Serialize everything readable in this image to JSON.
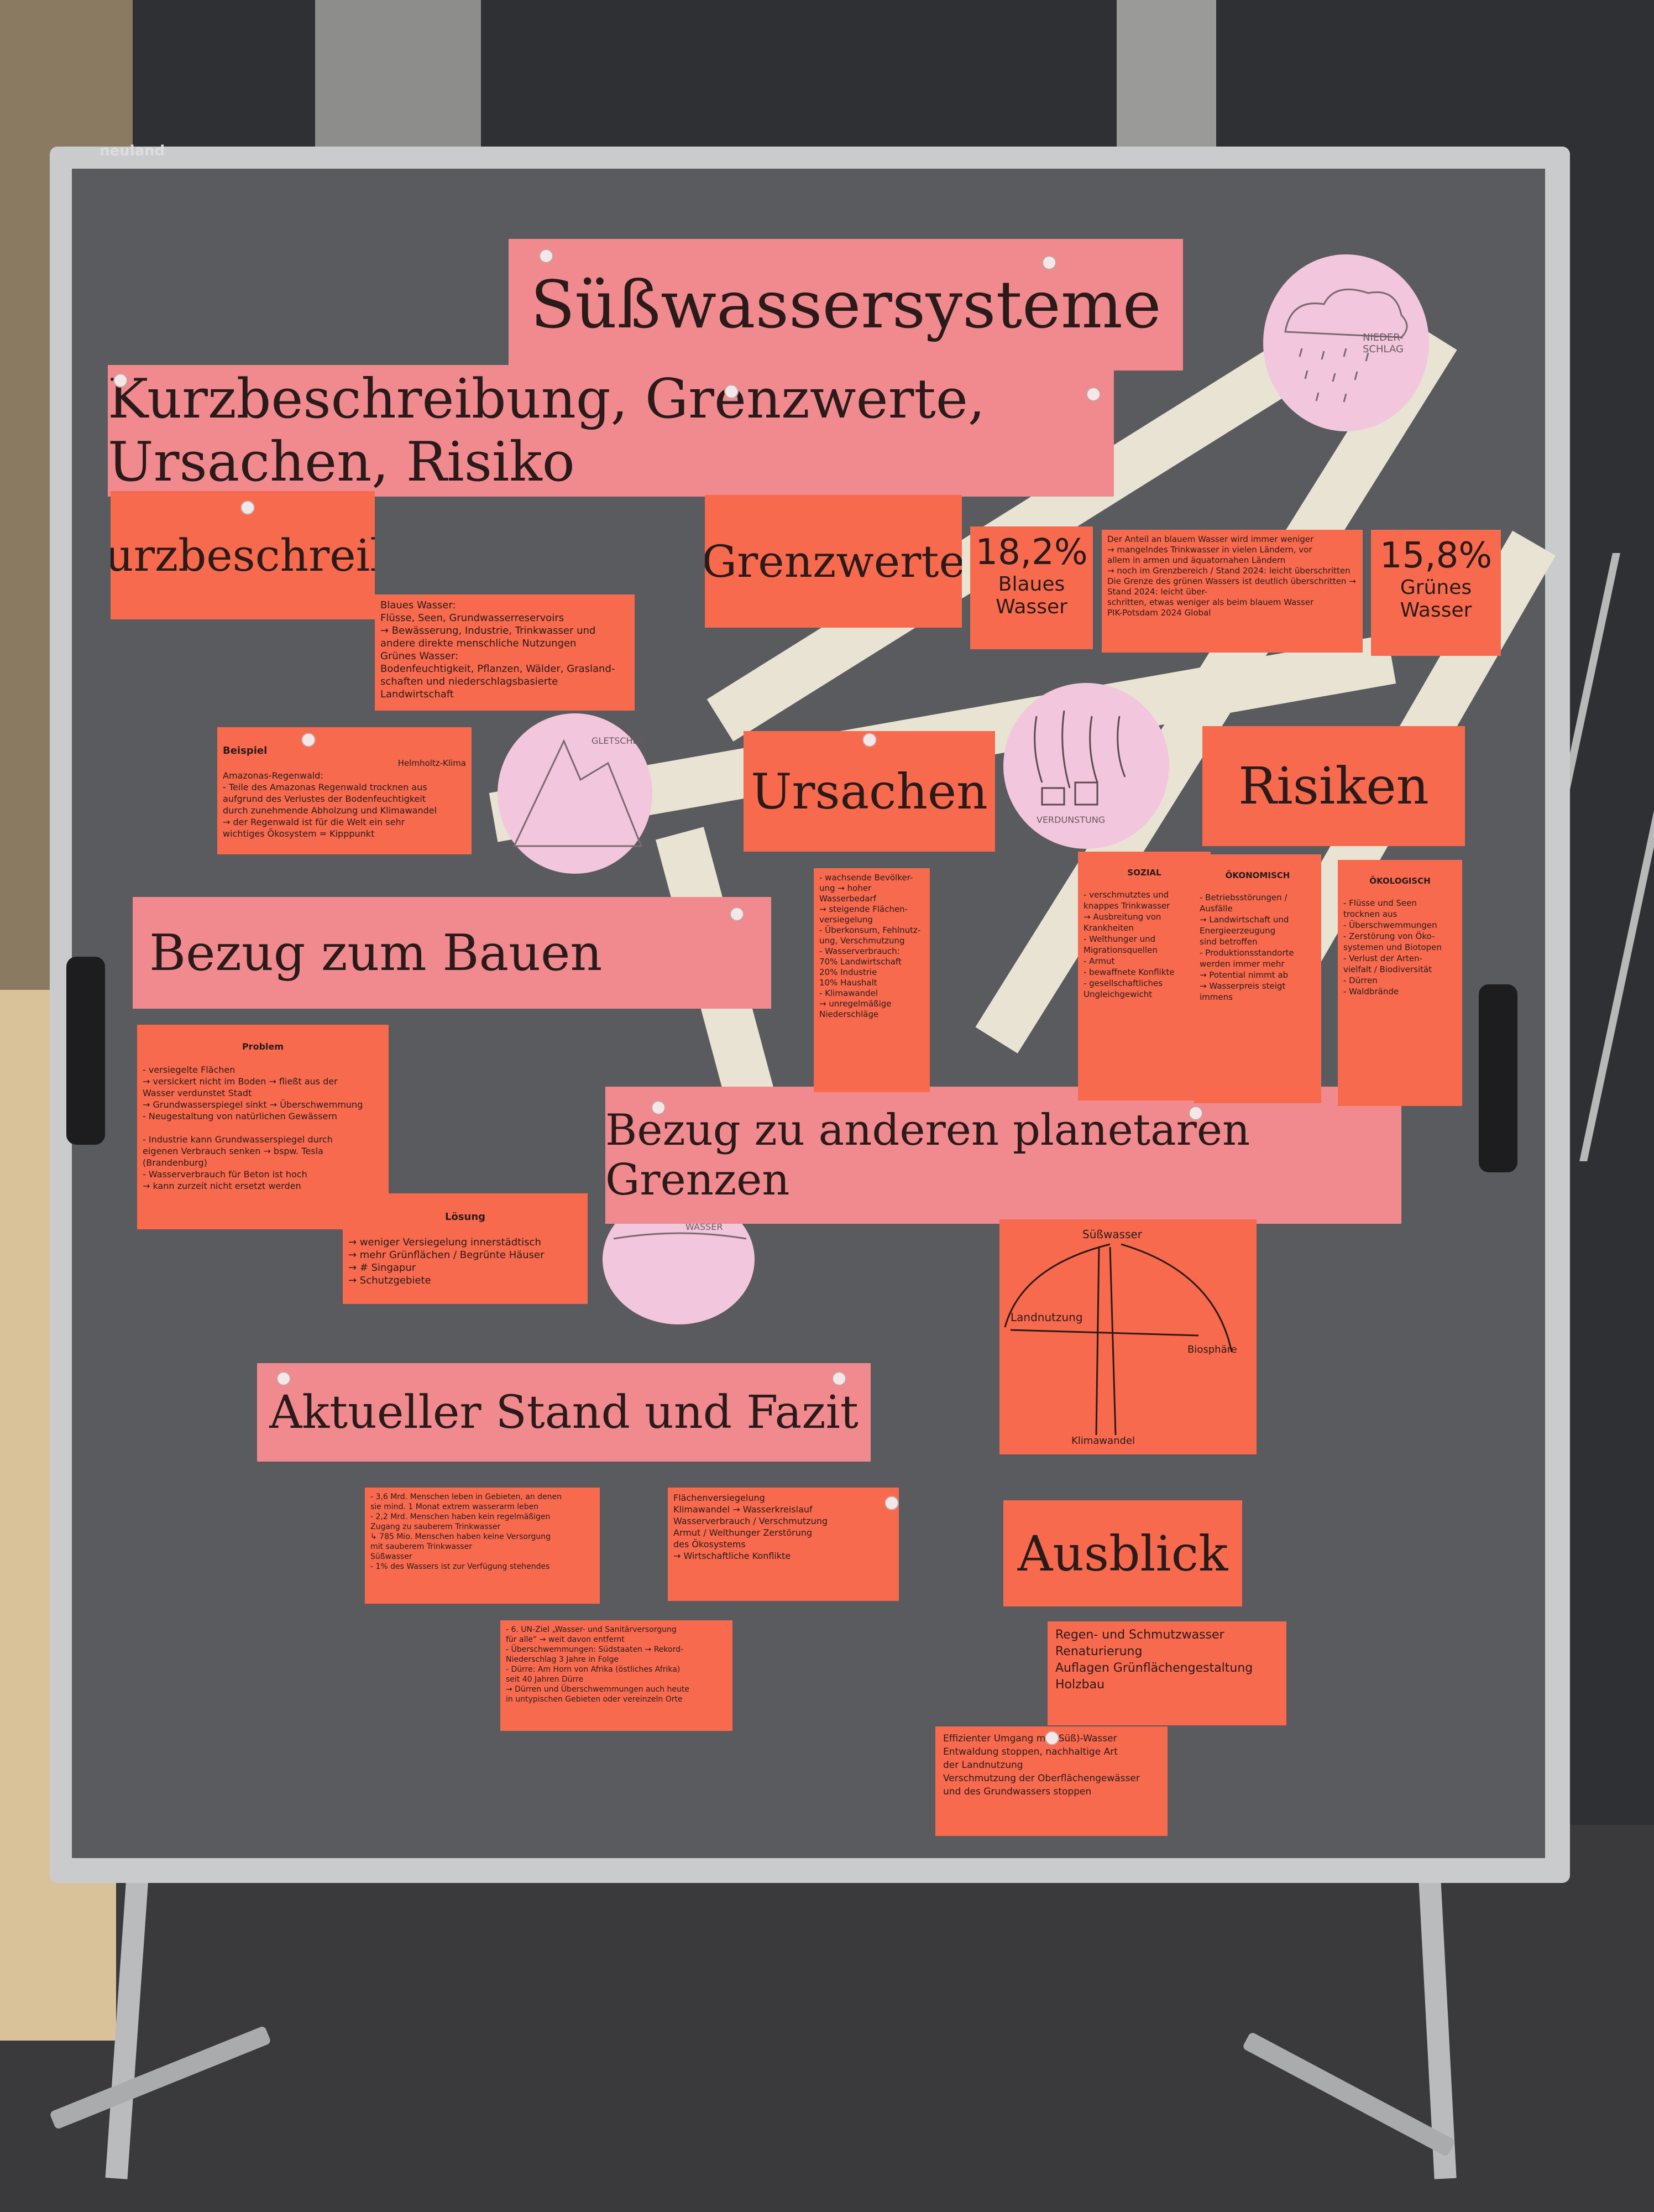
{
  "board": {
    "brand": "neuland"
  },
  "titles": {
    "main": "Süßwassersysteme",
    "subtitle": "Kurzbeschreibung, Grenzwerte, Ursachen, Risiko",
    "kurzbeschreib": "Kurzbeschreib.",
    "grenzwerte": "Grenzwerte",
    "ursachen": "Ursachen",
    "risiken": "Risiken",
    "bezug_bauen": "Bezug zum Bauen",
    "bezug_grenzen": "Bezug zu anderen planetaren Grenzen",
    "stand_fazit": "Aktueller Stand und Fazit",
    "ausblick": "Ausblick"
  },
  "circles": {
    "niederschlag": "NIEDER-\nSCHLAG",
    "gletscher": "GLETSCHER",
    "verdunstung": "VERDUNSTUNG",
    "grundwasser": "GRUND-\nWASSER"
  },
  "stats": {
    "blue_value": "18,2%",
    "blue_label": "Blaues\nWasser",
    "green_value": "15,8%",
    "green_label": "Grünes\nWasser",
    "note": "Der Anteil an blauem Wasser wird immer weniger\n→ mangelndes Trinkwasser in vielen Ländern, vor\nallem in armen und äquatornahen Ländern\n→ noch im Grenzbereich / Stand 2024: leicht überschritten\nDie Grenze des grünen Wassers ist deutlich überschritten → Stand 2024: leicht über-\nschritten, etwas weniger als beim blauem Wasser\nPIK-Potsdam 2024   Global"
  },
  "notes": {
    "kurz": "Blaues Wasser:\nFlüsse, Seen, Grundwasserreservoirs\n→ Bewässerung, Industrie, Trinkwasser und\nandere direkte menschliche Nutzungen\nGrünes Wasser:\nBodenfeuchtigkeit, Pflanzen, Wälder, Grasland-\nschaften und niederschlagsbasierte Landwirtschaft",
    "beispiel_head": "Beispiel",
    "beispiel_src": "Helmholtz-Klima",
    "beispiel": "Amazonas-Regenwald:\n- Teile des Amazonas Regenwald trocknen aus\naufgrund des Verlustes der Bodenfeuchtigkeit\ndurch zunehmende Abholzung und Klimawandel\n→ der Regenwald ist für die Welt ein sehr\nwichtiges Ökosystem = Kipppunkt",
    "ursachen": "- wachsende Bevölker-\nung → hoher Wasserbedarf\n→ steigende Flächen-\nversiegelung\n- Überkonsum, Fehlnutz-\nung, Verschmutzung\n- Wasserverbrauch:\n70% Landwirtschaft\n20% Industrie\n10% Haushalt\n- Klimawandel\n→ unregelmäßige\nNiederschläge",
    "sozial_head": "SOZIAL",
    "sozial": "- verschmutztes und\nknappes Trinkwasser\n→ Ausbreitung von\nKrankheiten\n- Welthunger und\nMigrationsquellen\n- Armut\n- bewaffnete Konflikte\n- gesellschaftliches\nUngleichgewicht",
    "oeko_head": "ÖKONOMISCH",
    "oeko": "- Betriebsstörungen /\nAusfälle\n→ Landwirtschaft und\nEnergieerzeugung\nsind betroffen\n- Produktionsstandorte\nwerden immer mehr\n→ Potential nimmt ab\n→ Wasserpreis steigt\nimmens",
    "oeko2_head": "ÖKOLOGISCH",
    "oeko2": "- Flüsse und Seen\ntrocknen aus\n- Überschwemmungen\n- Zerstörung von Öko-\nsystemen und Biotopen\n- Verlust der Arten-\nvielfalt / Biodiversität\n- Dürren\n- Waldbrände",
    "problem_head": "Problem",
    "problem": "- versiegelte Flächen\n→ versickert nicht im Boden → fließt aus der\nWasser verdunstet                  Stadt\n→ Grundwasserspiegel sinkt → Überschwemmung\n- Neugestaltung von natürlichen Gewässern\n\n- Industrie kann Grundwasserspiegel durch\neigenen Verbrauch senken → bspw. Tesla\n                                   (Brandenburg)\n- Wasserverbrauch für Beton ist hoch\n→ kann zurzeit nicht ersetzt werden",
    "loesung_head": "Lösung",
    "loesung": "→ weniger Versiegelung innerstädtisch\n→ mehr Grünflächen / Begrünte Häuser\n→ # Singapur\n→ Schutzgebiete",
    "stand1": "- 3,6 Mrd. Menschen leben in Gebieten, an denen\nsie mind. 1 Monat extrem wasserarm leben\n- 2,2 Mrd. Menschen haben kein regelmäßigen\nZugang zu sauberem Trinkwasser\n↳ 785 Mio. Menschen haben keine Versorgung\nmit sauberem Trinkwasser\n                                   Süßwasser\n- 1% des Wassers ist zur Verfügung stehendes",
    "stand2": "Flächenversiegelung\n      Klimawandel → Wasserkreislauf\nWasserverbrauch / Verschmutzung\nArmut / Welthunger    Zerstörung\n                              des Ökosystems\n→ Wirtschaftliche Konflikte",
    "stand3": "- 6. UN-Ziel „Wasser- und Sanitärversorgung\nfür alle“ → weit davon entfernt\n- Überschwemmungen: Südstaaten → Rekord-\n                 Niederschlag 3 Jahre in Folge\n- Dürre: Am Horn von Afrika (östliches Afrika)\n                 seit 40 Jahren Dürre\n→ Dürren und Überschwemmungen auch heute\nin untypischen Gebieten oder vereinzeln Orte",
    "ausblick1": "Regen- und Schmutzwasser\nRenaturierung\nAuflagen Grünflächengestaltung\nHolzbau",
    "ausblick2": "Effizienter Umgang mit (Süß)-Wasser\nEntwaldung stoppen, nachhaltige Art\nder Landnutzung\nVerschmutzung der Oberflächengewässer\nund des Grundwassers stoppen"
  },
  "diagram": {
    "top": "Süßwasser",
    "left": "Landnutzung",
    "right": "Biosphäre",
    "bottom": "Klimawandel"
  },
  "colors": {
    "title_card": "#f08a8e",
    "note_card": "#f76a4e",
    "circle": "#f2c6dd",
    "board": "#5a5b5e"
  }
}
